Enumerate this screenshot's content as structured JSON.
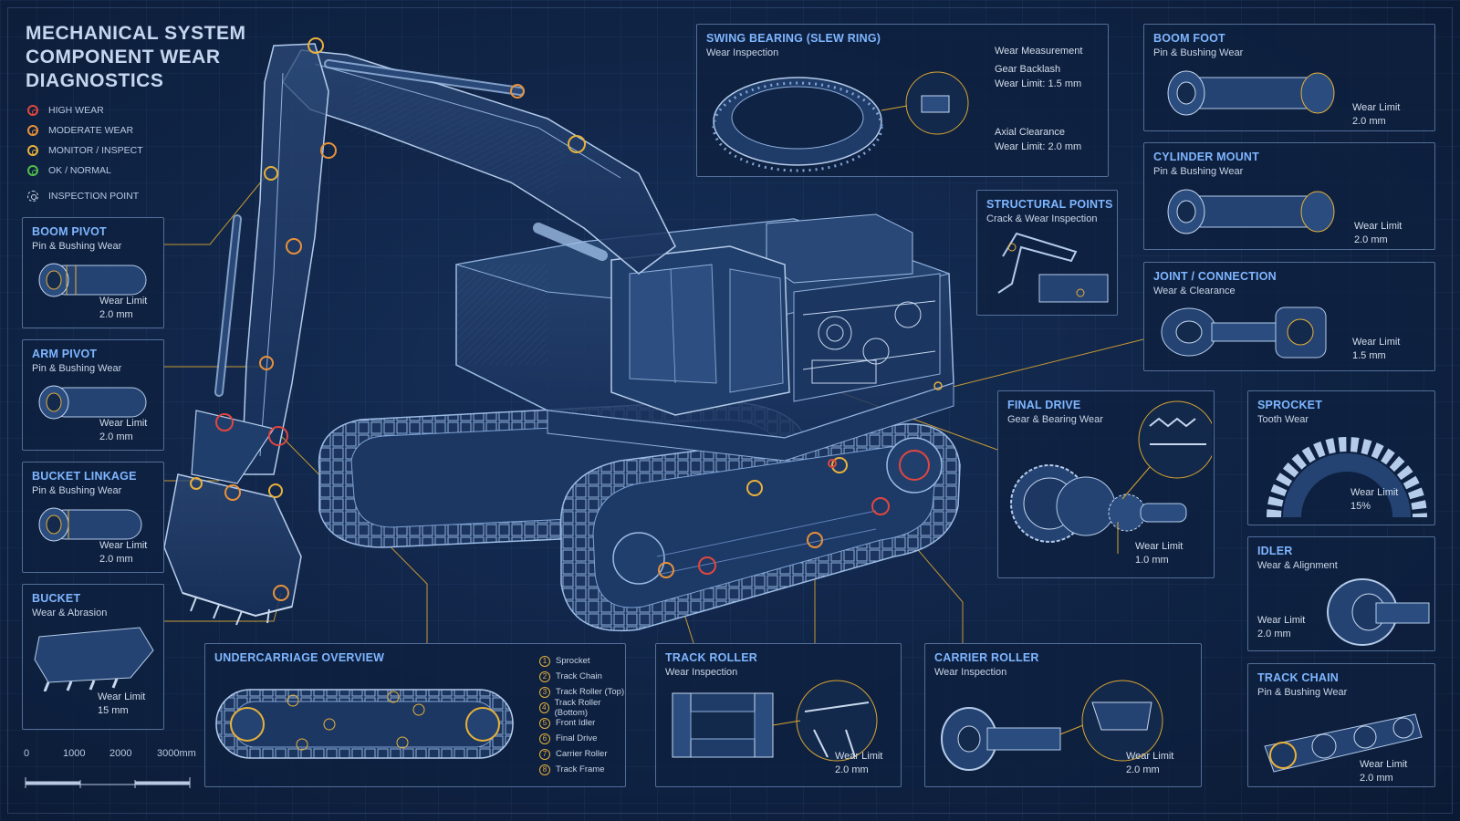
{
  "title": "MECHANICAL SYSTEM COMPONENT WEAR DIAGNOSTICS",
  "colors": {
    "high": "#e0473f",
    "moderate": "#e8923a",
    "monitor": "#e8b13a",
    "ok": "#4fbf4a",
    "inspect": "#c9d6e8",
    "accent": "#7fb6ff",
    "leader": "#d9a531"
  },
  "legend": [
    {
      "label": "HIGH WEAR",
      "status": "high"
    },
    {
      "label": "MODERATE WEAR",
      "status": "moderate"
    },
    {
      "label": "MONITOR / INSPECT",
      "status": "monitor"
    },
    {
      "label": "OK / NORMAL",
      "status": "ok"
    },
    {
      "label": "INSPECTION POINT",
      "status": "inspect"
    }
  ],
  "panels": {
    "boom_pivot": {
      "title": "BOOM PIVOT",
      "subtitle": "Pin & Bushing Wear",
      "wear1": "Wear Limit",
      "wear2": "2.0 mm"
    },
    "arm_pivot": {
      "title": "ARM PIVOT",
      "subtitle": "Pin & Bushing Wear",
      "wear1": "Wear Limit",
      "wear2": "2.0 mm"
    },
    "bucket_linkage": {
      "title": "BUCKET LINKAGE",
      "subtitle": "Pin & Bushing Wear",
      "wear1": "Wear Limit",
      "wear2": "2.0 mm"
    },
    "bucket": {
      "title": "BUCKET",
      "subtitle": "Wear & Abrasion",
      "wear1": "Wear Limit",
      "wear2": "15 mm"
    },
    "swing_bearing": {
      "title": "SWING BEARING (SLEW RING)",
      "subtitle": "Wear Inspection",
      "m1": "Wear Measurement",
      "m2": "Gear Backlash",
      "m3": "Wear Limit: 1.5 mm",
      "m4": "Axial Clearance",
      "m5": "Wear Limit: 2.0 mm"
    },
    "structural": {
      "title": "STRUCTURAL POINTS",
      "subtitle": "Crack & Wear Inspection"
    },
    "boom_foot": {
      "title": "BOOM FOOT",
      "subtitle": "Pin & Bushing Wear",
      "wear1": "Wear Limit",
      "wear2": "2.0 mm"
    },
    "cylinder_mount": {
      "title": "CYLINDER MOUNT",
      "subtitle": "Pin & Bushing Wear",
      "wear1": "Wear Limit",
      "wear2": "2.0 mm"
    },
    "joint": {
      "title": "JOINT / CONNECTION",
      "subtitle": "Wear & Clearance",
      "wear1": "Wear Limit",
      "wear2": "1.5 mm"
    },
    "final_drive": {
      "title": "FINAL DRIVE",
      "subtitle": "Gear & Bearing Wear",
      "wear1": "Wear Limit",
      "wear2": "1.0 mm"
    },
    "sprocket": {
      "title": "SPROCKET",
      "subtitle": "Tooth Wear",
      "wear1": "Wear Limit",
      "wear2": "15%"
    },
    "idler": {
      "title": "IDLER",
      "subtitle": "Wear & Alignment",
      "wear1": "Wear Limit",
      "wear2": "2.0 mm"
    },
    "track_chain": {
      "title": "TRACK CHAIN",
      "subtitle": "Pin & Bushing Wear",
      "wear1": "Wear Limit",
      "wear2": "2.0 mm"
    },
    "undercarriage": {
      "title": "UNDERCARRIAGE OVERVIEW"
    },
    "track_roller": {
      "title": "TRACK ROLLER",
      "subtitle": "Wear Inspection",
      "wear1": "Wear Limit",
      "wear2": "2.0 mm"
    },
    "carrier_roller": {
      "title": "CARRIER ROLLER",
      "subtitle": "Wear Inspection",
      "wear1": "Wear Limit",
      "wear2": "2.0 mm"
    }
  },
  "undercarriage_list": [
    {
      "n": "1",
      "label": "Sprocket"
    },
    {
      "n": "2",
      "label": "Track Chain"
    },
    {
      "n": "3",
      "label": "Track Roller (Top)"
    },
    {
      "n": "4",
      "label": "Track Roller (Bottom)"
    },
    {
      "n": "5",
      "label": "Front Idler"
    },
    {
      "n": "6",
      "label": "Final Drive"
    },
    {
      "n": "7",
      "label": "Carrier Roller"
    },
    {
      "n": "8",
      "label": "Track Frame"
    }
  ],
  "scale": {
    "t0": "0",
    "t1": "1000",
    "t2": "2000",
    "t3": "3000mm"
  }
}
